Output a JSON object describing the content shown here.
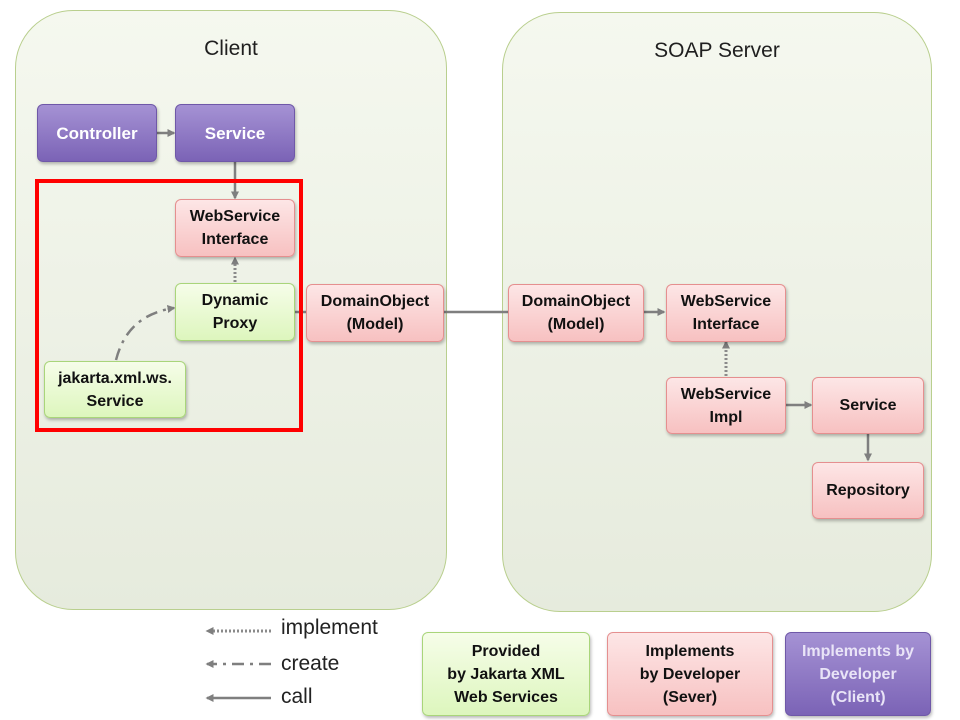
{
  "panels": {
    "client": {
      "title": "Client"
    },
    "server": {
      "title": "SOAP Server"
    }
  },
  "client": {
    "controller": "Controller",
    "service": "Service",
    "ws_interface": "WebService\nInterface",
    "dynamic_proxy": "Dynamic\nProxy",
    "jakarta_service": "jakarta.xml.ws.\nService"
  },
  "domain_client": "DomainObject\n(Model)",
  "server": {
    "domain_object": "DomainObject\n(Model)",
    "ws_interface": "WebService\nInterface",
    "ws_impl": "WebService\nImpl",
    "service": "Service",
    "repository": "Repository"
  },
  "legend": {
    "implement": "implement",
    "create": "create",
    "call": "call",
    "provided": "Provided\nby Jakarta XML\nWeb Services",
    "impl_server": "Implements\nby Developer\n(Sever)",
    "impl_client": "Implements by\nDeveloper\n(Client)"
  },
  "colors": {
    "purple": "#7b63b6",
    "pink": "#f7c1c1",
    "green": "#ddf6bd",
    "highlight": "#ff0000",
    "arrow": "#7f7f7f"
  }
}
